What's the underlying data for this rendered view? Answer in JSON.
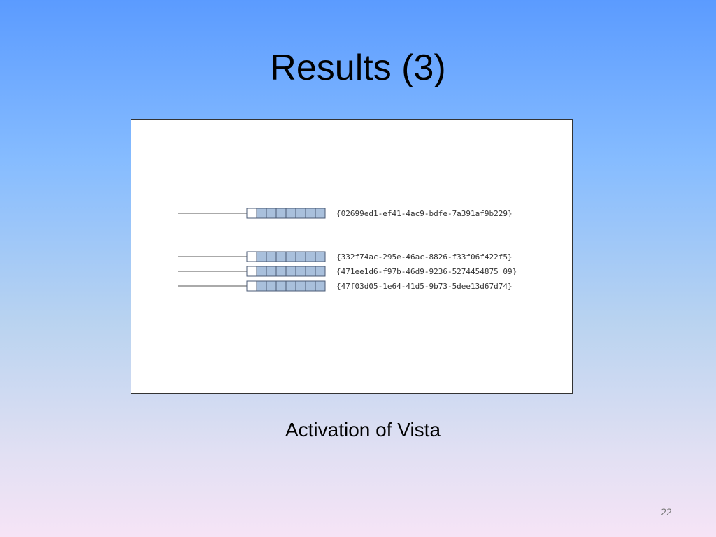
{
  "slide": {
    "title": "Results (3)",
    "caption": "Activation of Vista",
    "number": "22"
  },
  "diagram": {
    "entries": [
      {
        "label": "{02699ed1-ef41-4ac9-bdfe-7a391af9b229}"
      },
      {
        "label": "{332f74ac-295e-46ac-8826-f33f06f422f5}"
      },
      {
        "label": "{471ee1d6-f97b-46d9-9236-5274454875 09}"
      },
      {
        "label": "{47f03d05-1e64-41d5-9b73-5dee13d67d74}"
      }
    ],
    "colors": {
      "cell_fill": "#a9c0dc",
      "cell_stroke": "#4a5a74",
      "first_cell_fill": "#ffffff",
      "connector": "#555555"
    }
  }
}
